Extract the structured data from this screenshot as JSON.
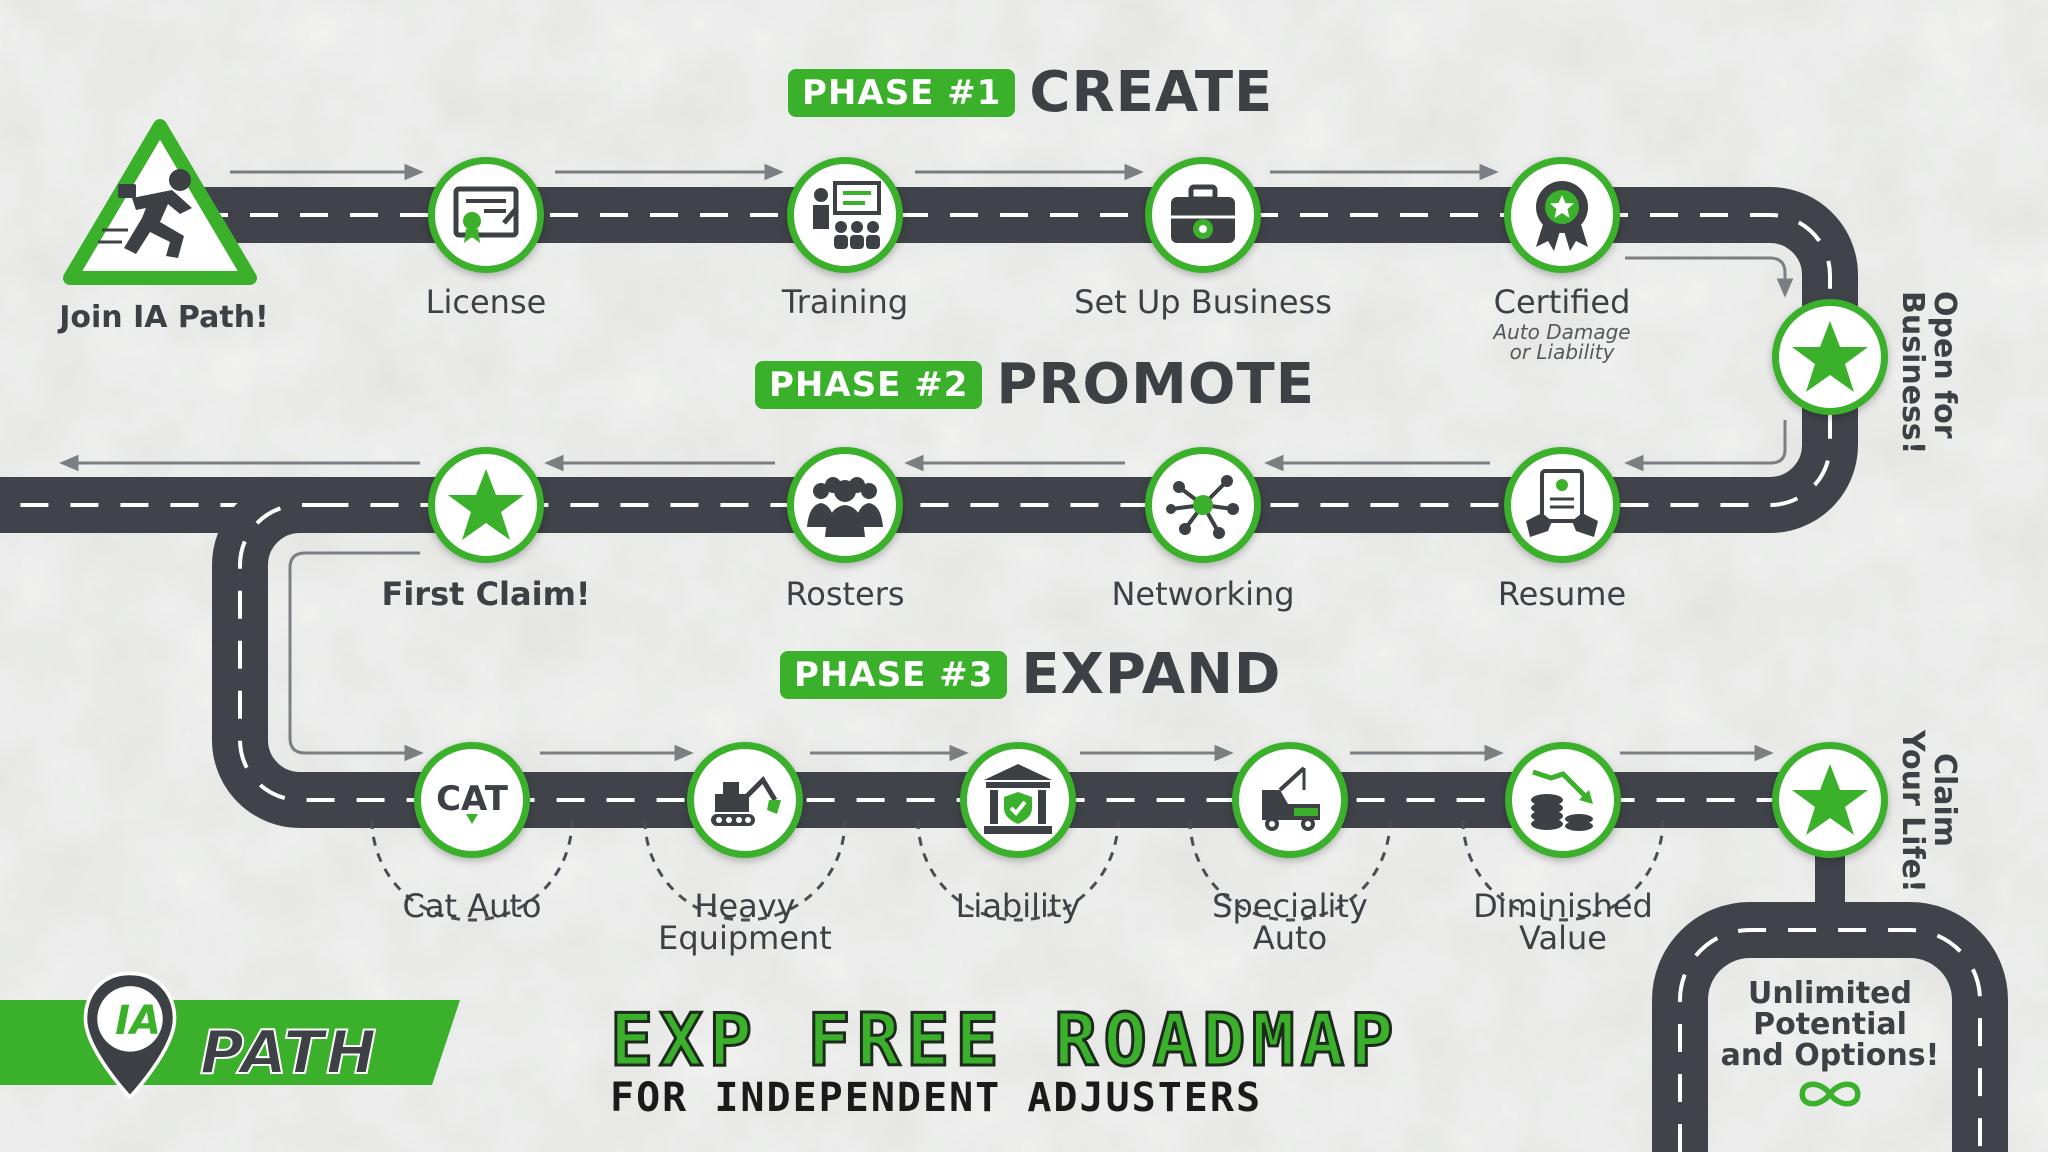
{
  "colors": {
    "green": "#3ab02b",
    "road": "#40444a",
    "text": "#3d4044",
    "background": "#e7e8e6"
  },
  "start": {
    "label": "Join IA Path!",
    "icon": "runner-warning-icon"
  },
  "phases": [
    {
      "tag": "PHASE #1",
      "word": "CREATE"
    },
    {
      "tag": "PHASE #2",
      "word": "PROMOTE"
    },
    {
      "tag": "PHASE #3",
      "word": "EXPAND"
    }
  ],
  "phase1_steps": [
    {
      "label": "License",
      "icon": "certificate-icon"
    },
    {
      "label": "Training",
      "icon": "classroom-icon"
    },
    {
      "label": "Set Up Business",
      "icon": "briefcase-gear-icon"
    },
    {
      "label": "Certified",
      "icon": "award-badge-icon",
      "sub1": "Auto Damage",
      "sub2": "or Liability"
    }
  ],
  "milestone_open": {
    "line1": "Open for",
    "line2": "Business!",
    "icon": "star-icon"
  },
  "phase2_steps": [
    {
      "label": "Resume",
      "icon": "resume-icon"
    },
    {
      "label": "Networking",
      "icon": "network-icon"
    },
    {
      "label": "Rosters",
      "icon": "group-icon"
    },
    {
      "label": "First Claim!",
      "icon": "star-icon"
    }
  ],
  "phase3_steps": [
    {
      "label": "Cat Auto",
      "icon": "cat-logo-icon",
      "badge": "CAT"
    },
    {
      "label": "Heavy",
      "label2": "Equipment",
      "icon": "excavator-icon"
    },
    {
      "label": "Liability",
      "icon": "bank-shield-icon"
    },
    {
      "label": "Speciality",
      "label2": "Auto",
      "icon": "tow-truck-icon"
    },
    {
      "label": "Diminished",
      "label2": "Value",
      "icon": "coins-down-icon"
    }
  ],
  "milestone_claim": {
    "line1": "Claim",
    "line2": "Your Life!",
    "icon": "star-icon"
  },
  "end": {
    "line1": "Unlimited",
    "line2": "Potential",
    "line3": "and Options!",
    "icon": "infinity-icon"
  },
  "logo": {
    "prefix": "IA",
    "name": "PATH",
    "icon": "map-pin-icon"
  },
  "headline": {
    "title": "EXP FREE ROADMAP",
    "subtitle": "FOR INDEPENDENT ADJUSTERS"
  }
}
